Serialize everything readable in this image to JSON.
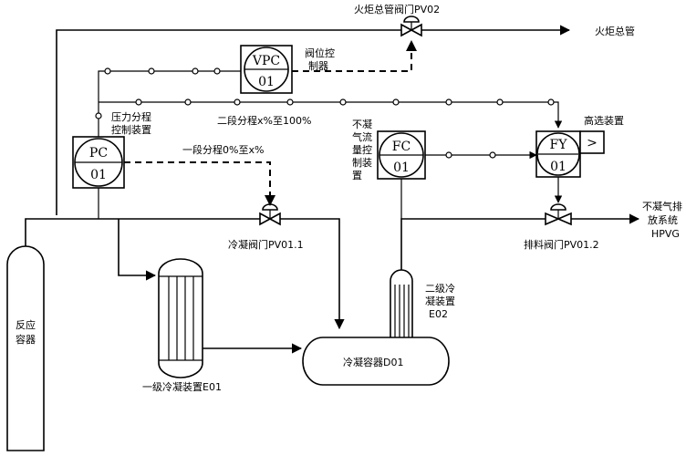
{
  "labels": {
    "flare_valve": "火炬总管阀门PV02",
    "flare_main": "火炬总管",
    "valve_pos_ctrl": [
      "阀位控",
      "制器"
    ],
    "pressure_split_ctrl": [
      "压力分程",
      "控制装置"
    ],
    "split_stage2": "二段分程x%至100%",
    "split_stage1": "一段分程0%至x%",
    "noncond_flow_ctrl": [
      "不凝",
      "气流",
      "量控",
      "制装",
      "置"
    ],
    "high_select": "高选装置",
    "cond_valve": "冷凝阀门PV01.1",
    "discharge_valve": "排料阀门PV01.2",
    "noncond_exhaust": [
      "不凝气排",
      "放系统",
      "HPVG"
    ],
    "reactor": [
      "反应",
      "容器"
    ],
    "condenser1": "一级冷凝装置E01",
    "condenser2": [
      "二级冷",
      "凝装置",
      "E02"
    ],
    "cond_vessel": "冷凝容器D01"
  },
  "instruments": {
    "vpc": {
      "tag": "VPC",
      "num": "01"
    },
    "pc": {
      "tag": "PC",
      "num": "01"
    },
    "fc": {
      "tag": "FC",
      "num": "01"
    },
    "fy": {
      "tag": "FY",
      "num": "01",
      "symbol": ">"
    }
  },
  "colors": {
    "line": "#000000",
    "background": "#ffffff"
  }
}
